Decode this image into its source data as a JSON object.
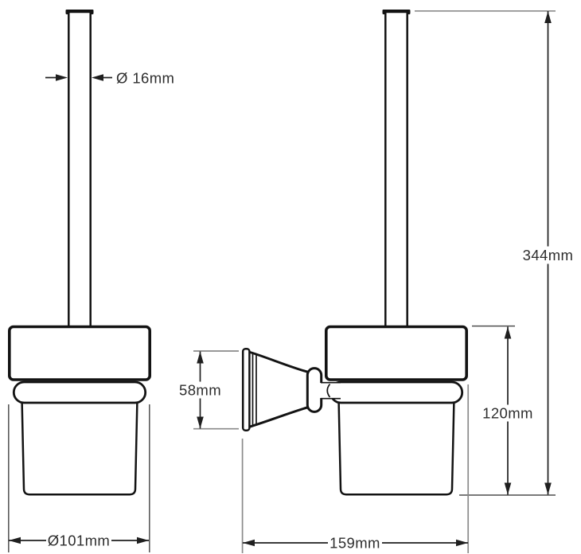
{
  "drawing": {
    "background_color": "#ffffff",
    "outline_color": "#131313",
    "dimension_line_color": "#1f1f1f",
    "extension_line_color": "#8a8a8a",
    "label_color": "#2d2d2d",
    "dimensions": {
      "handle_diameter": "Ø 16mm",
      "overall_height": "344mm",
      "holder_height": "120mm",
      "backplate_height": "58mm",
      "cup_diameter": "Ø101mm",
      "depth": "159mm"
    }
  }
}
